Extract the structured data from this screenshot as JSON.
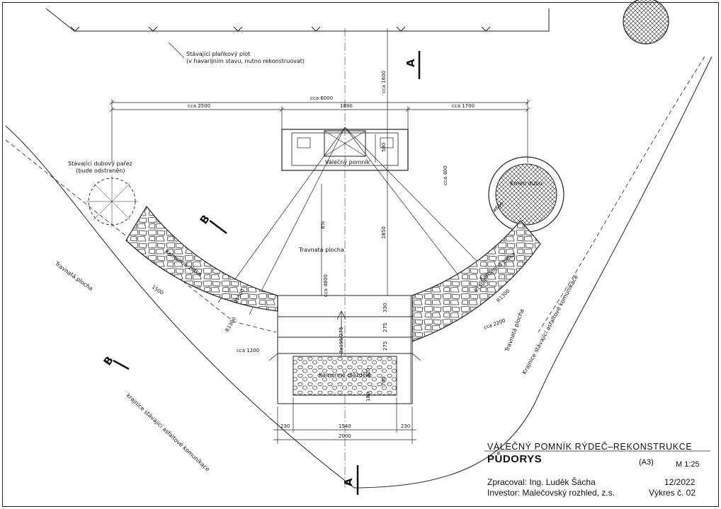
{
  "title_block": {
    "project": "VÁLEČNÝ POMNÍK RÝDEČ–REKONSTRUKCE",
    "drawing_title": "PŮDORYS",
    "format": "(A3)",
    "scale": "M 1:25",
    "author": "Zpracoval: Ing. Luděk Šácha",
    "date": "12/2022",
    "investor": "Investor:  Malečovský rozhled, z.s.",
    "sheet": "Výkres č. 02"
  },
  "labels": {
    "fence": "Stávající plaňkový plot",
    "fence_note": "(v havarijním stavu, nutno rekonstruovat)",
    "stump": "Stávající dubový pařez",
    "stump_note": "(bude odstraněn)",
    "memorial": "Válečný pomník",
    "oak": "Kmen dubu",
    "grass_center": "Travnatá plocha",
    "grass_left": "Travnatá plocha",
    "grass_right": "Travnatá plocha",
    "wall_left": "Kamenná zídka",
    "wall_right": "Kamenná zídka",
    "paving": "Kamenné dlážděni",
    "road_left": "krajnice stávající asfaltové komunikace",
    "road_right": "Krajnice stávající asfaltové komunikace",
    "steps": "3x195/275"
  },
  "sections": {
    "a": "A",
    "b": "B"
  },
  "dimensions": {
    "total_width": "cca 6000",
    "left": "cca 2500",
    "center": "1890",
    "right": "cca 1700",
    "north": "cca 1600",
    "depth_580": "580",
    "offset_400": "cca 400",
    "oak_dia": "ø800",
    "length_1850": "1850",
    "length_4800": "cca 4800",
    "slope": "8%",
    "wall_length": "1500",
    "radius_left": "R1300",
    "radius_left_outer": "R1500",
    "radius_right": "R1300",
    "radius_right_outer": "R1500",
    "arc_left": "cca 1200",
    "arc_right": "cca 2200",
    "step_330": "330",
    "step_275a": "275",
    "step_275b": "275",
    "pave_320": "320",
    "pave_700": "700",
    "pave_180": "180",
    "bottom_230a": "230",
    "bottom_1540": "1540",
    "bottom_230b": "230",
    "bottom_2000": "2000"
  }
}
